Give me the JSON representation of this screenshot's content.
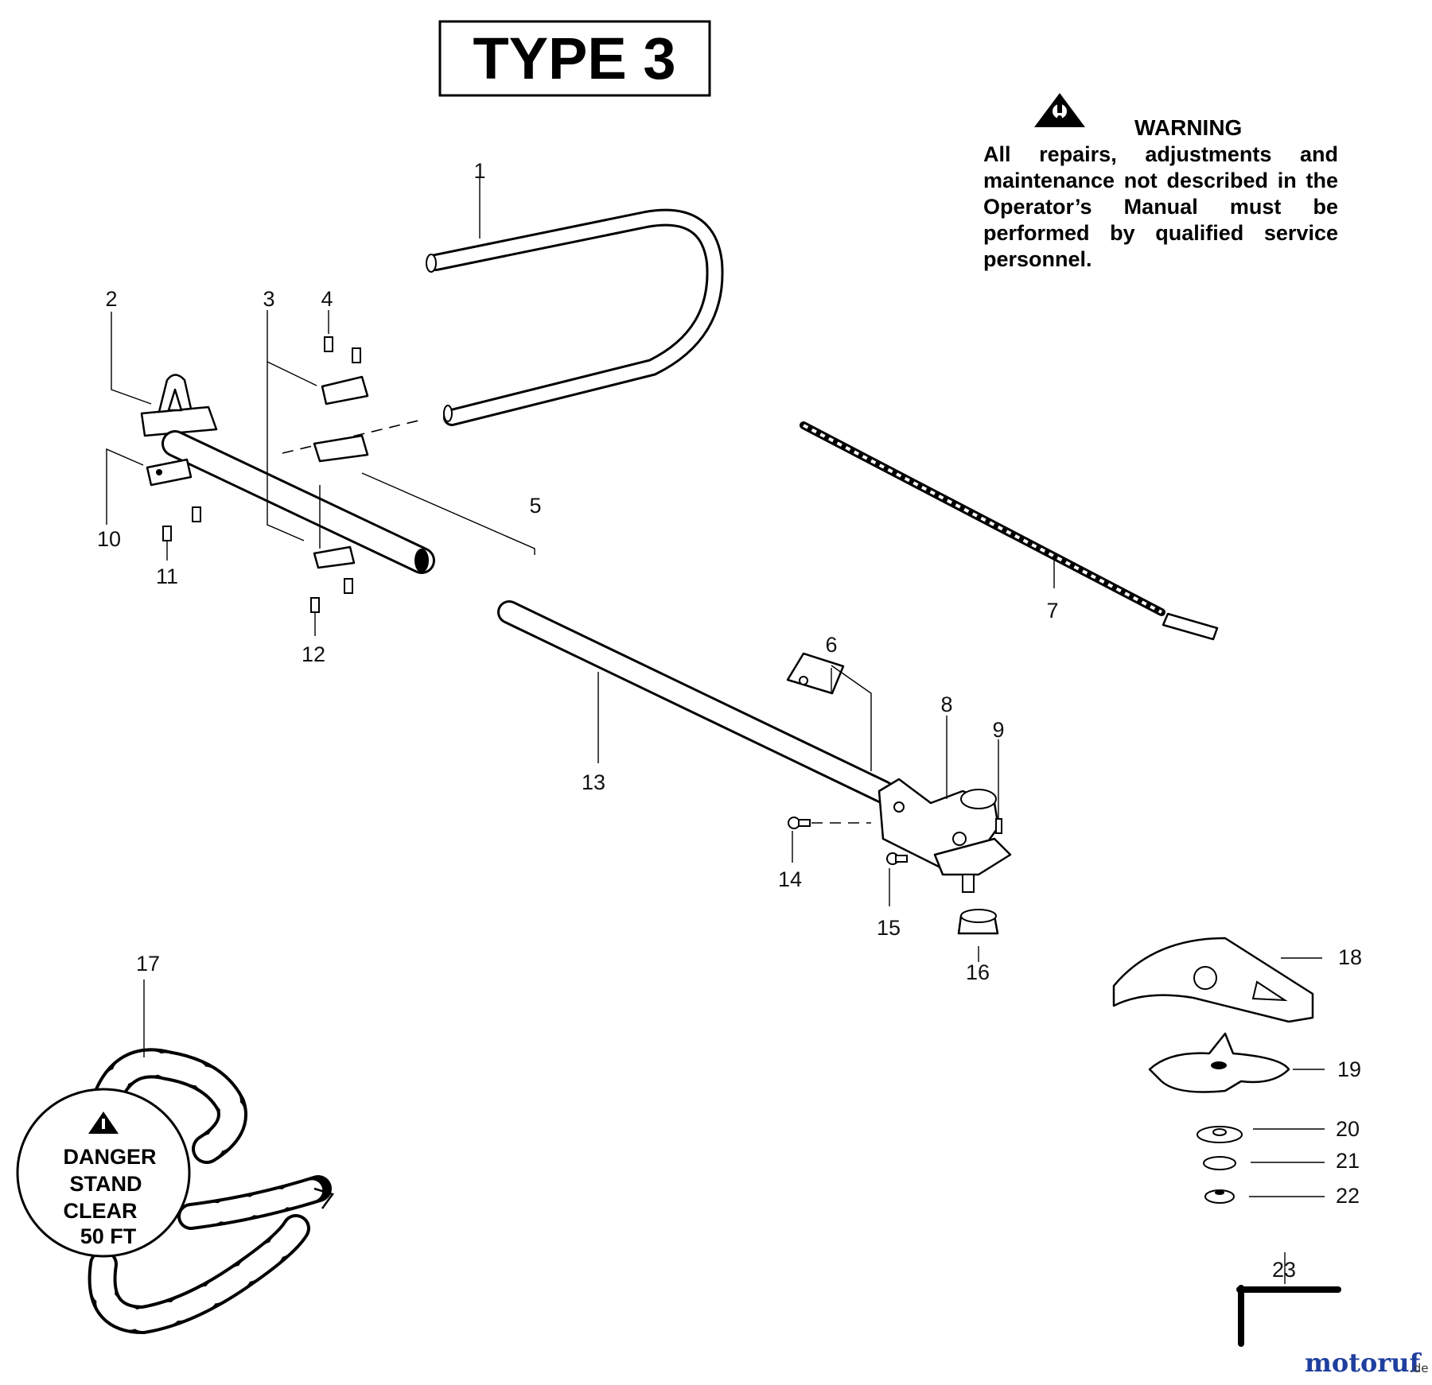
{
  "title": "TYPE 3",
  "warning": {
    "heading": "WARNING",
    "text": "All repairs, adjustments and maintenance not described in the Operator’s Manual must be performed by qualified service personnel.",
    "icon": "warning-triangle-icon"
  },
  "danger_label": {
    "line1": "DANGER",
    "line2": "STAND",
    "line3": "CLEAR",
    "line4": "50 FT"
  },
  "callouts": [
    "1",
    "2",
    "3",
    "4",
    "5",
    "6",
    "7",
    "8",
    "9",
    "10",
    "11",
    "12",
    "13",
    "14",
    "15",
    "16",
    "17",
    "18",
    "19",
    "20",
    "21",
    "22",
    "23"
  ],
  "watermark": {
    "brand": "motoruf",
    "suffix": ".de",
    "colors": [
      "#1f3f9e",
      "#c0392b",
      "#27ae60",
      "#e67e22"
    ]
  }
}
